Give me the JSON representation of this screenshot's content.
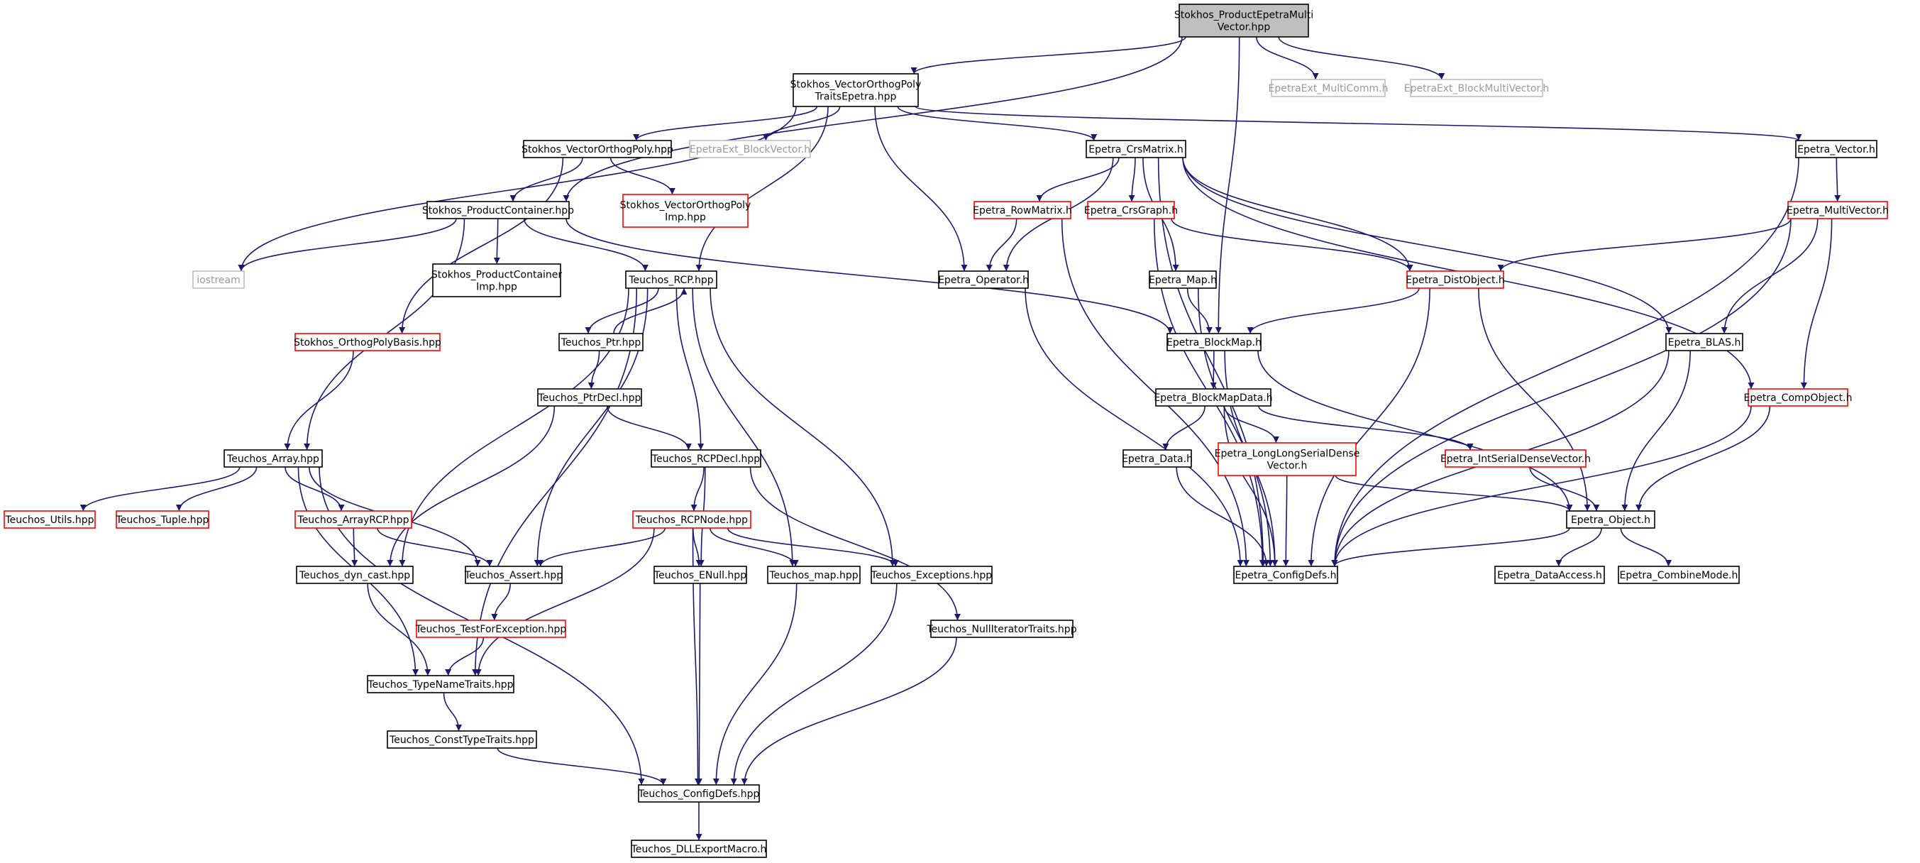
{
  "colors": {
    "edge": "#191970",
    "node_border_default": "#000000",
    "node_border_incomplete": "#ff0000",
    "node_border_external": "#bfbfbf",
    "root_fill": "#bfbfbf"
  },
  "nodes": [
    {
      "id": "root",
      "lines": [
        "Stokhos_ProductEpetraMulti",
        "Vector.hpp"
      ],
      "style": "root"
    },
    {
      "id": "votp",
      "lines": [
        "Stokhos_VectorOrthogPoly",
        "TraitsEpetra.hpp"
      ],
      "style": "black"
    },
    {
      "id": "multicomm",
      "lines": [
        "EpetraExt_MultiComm.h"
      ],
      "style": "gray"
    },
    {
      "id": "blockmv",
      "lines": [
        "EpetraExt_BlockMultiVector.h"
      ],
      "style": "gray"
    },
    {
      "id": "vop",
      "lines": [
        "Stokhos_VectorOrthogPoly.hpp"
      ],
      "style": "black"
    },
    {
      "id": "blockvec",
      "lines": [
        "EpetraExt_BlockVector.h"
      ],
      "style": "gray"
    },
    {
      "id": "crsmatrix",
      "lines": [
        "Epetra_CrsMatrix.h"
      ],
      "style": "black"
    },
    {
      "id": "vector",
      "lines": [
        "Epetra_Vector.h"
      ],
      "style": "black"
    },
    {
      "id": "prodcont",
      "lines": [
        "Stokhos_ProductContainer.hpp"
      ],
      "style": "black"
    },
    {
      "id": "vopimp",
      "lines": [
        "Stokhos_VectorOrthogPoly",
        "Imp.hpp"
      ],
      "style": "red"
    },
    {
      "id": "rowmatrix",
      "lines": [
        "Epetra_RowMatrix.h"
      ],
      "style": "red"
    },
    {
      "id": "crsgraph",
      "lines": [
        "Epetra_CrsGraph.h"
      ],
      "style": "red"
    },
    {
      "id": "multivector",
      "lines": [
        "Epetra_MultiVector.h"
      ],
      "style": "red"
    },
    {
      "id": "iostream",
      "lines": [
        "iostream"
      ],
      "style": "gray"
    },
    {
      "id": "prodcontimp",
      "lines": [
        "Stokhos_ProductContainer",
        "Imp.hpp"
      ],
      "style": "black"
    },
    {
      "id": "rcp",
      "lines": [
        "Teuchos_RCP.hpp"
      ],
      "style": "black"
    },
    {
      "id": "operator",
      "lines": [
        "Epetra_Operator.h"
      ],
      "style": "black"
    },
    {
      "id": "map",
      "lines": [
        "Epetra_Map.h"
      ],
      "style": "black"
    },
    {
      "id": "distobject",
      "lines": [
        "Epetra_DistObject.h"
      ],
      "style": "red"
    },
    {
      "id": "orthopoly",
      "lines": [
        "Stokhos_OrthogPolyBasis.hpp"
      ],
      "style": "red"
    },
    {
      "id": "ptr",
      "lines": [
        "Teuchos_Ptr.hpp"
      ],
      "style": "black"
    },
    {
      "id": "blockmap",
      "lines": [
        "Epetra_BlockMap.h"
      ],
      "style": "black"
    },
    {
      "id": "blas",
      "lines": [
        "Epetra_BLAS.h"
      ],
      "style": "black"
    },
    {
      "id": "ptrdecl",
      "lines": [
        "Teuchos_PtrDecl.hpp"
      ],
      "style": "black"
    },
    {
      "id": "blockmapdata",
      "lines": [
        "Epetra_BlockMapData.h"
      ],
      "style": "black"
    },
    {
      "id": "compobject",
      "lines": [
        "Epetra_CompObject.h"
      ],
      "style": "red"
    },
    {
      "id": "array",
      "lines": [
        "Teuchos_Array.hpp"
      ],
      "style": "black"
    },
    {
      "id": "rcpdecl",
      "lines": [
        "Teuchos_RCPDecl.hpp"
      ],
      "style": "black"
    },
    {
      "id": "data",
      "lines": [
        "Epetra_Data.h"
      ],
      "style": "black"
    },
    {
      "id": "longlong",
      "lines": [
        "Epetra_LongLongSerialDense",
        "Vector.h"
      ],
      "style": "red"
    },
    {
      "id": "intserial",
      "lines": [
        "Epetra_IntSerialDenseVector.h"
      ],
      "style": "red"
    },
    {
      "id": "utils",
      "lines": [
        "Teuchos_Utils.hpp"
      ],
      "style": "red"
    },
    {
      "id": "tuple",
      "lines": [
        "Teuchos_Tuple.hpp"
      ],
      "style": "red"
    },
    {
      "id": "arrayrcp",
      "lines": [
        "Teuchos_ArrayRCP.hpp"
      ],
      "style": "red"
    },
    {
      "id": "rcpnode",
      "lines": [
        "Teuchos_RCPNode.hpp"
      ],
      "style": "red"
    },
    {
      "id": "object",
      "lines": [
        "Epetra_Object.h"
      ],
      "style": "black"
    },
    {
      "id": "dyncast",
      "lines": [
        "Teuchos_dyn_cast.hpp"
      ],
      "style": "black"
    },
    {
      "id": "assert",
      "lines": [
        "Teuchos_Assert.hpp"
      ],
      "style": "black"
    },
    {
      "id": "enull",
      "lines": [
        "Teuchos_ENull.hpp"
      ],
      "style": "black"
    },
    {
      "id": "tmap",
      "lines": [
        "Teuchos_map.hpp"
      ],
      "style": "black"
    },
    {
      "id": "exceptions",
      "lines": [
        "Teuchos_Exceptions.hpp"
      ],
      "style": "black"
    },
    {
      "id": "configdefs",
      "lines": [
        "Epetra_ConfigDefs.h"
      ],
      "style": "black"
    },
    {
      "id": "dataaccess",
      "lines": [
        "Epetra_DataAccess.h"
      ],
      "style": "black"
    },
    {
      "id": "combinemode",
      "lines": [
        "Epetra_CombineMode.h"
      ],
      "style": "black"
    },
    {
      "id": "testforexc",
      "lines": [
        "Teuchos_TestForException.hpp"
      ],
      "style": "red"
    },
    {
      "id": "nulliter",
      "lines": [
        "Teuchos_NullIteratorTraits.hpp"
      ],
      "style": "black"
    },
    {
      "id": "typename",
      "lines": [
        "Teuchos_TypeNameTraits.hpp"
      ],
      "style": "black"
    },
    {
      "id": "consttype",
      "lines": [
        "Teuchos_ConstTypeTraits.hpp"
      ],
      "style": "black"
    },
    {
      "id": "tconfigdefs",
      "lines": [
        "Teuchos_ConfigDefs.hpp"
      ],
      "style": "black"
    },
    {
      "id": "dllexport",
      "lines": [
        "Teuchos_DLLExportMacro.h"
      ],
      "style": "black"
    }
  ],
  "edges": [
    [
      "root",
      "votp"
    ],
    [
      "root",
      "prodcont"
    ],
    [
      "root",
      "blockmap"
    ],
    [
      "root",
      "multicomm"
    ],
    [
      "root",
      "blockmv"
    ],
    [
      "votp",
      "vop"
    ],
    [
      "votp",
      "blockvec"
    ],
    [
      "votp",
      "crsmatrix"
    ],
    [
      "votp",
      "vector"
    ],
    [
      "votp",
      "iostream"
    ],
    [
      "votp",
      "rcp"
    ],
    [
      "votp",
      "operator"
    ],
    [
      "vop",
      "prodcont"
    ],
    [
      "vop",
      "vopimp"
    ],
    [
      "vop",
      "orthopoly"
    ],
    [
      "prodcont",
      "iostream"
    ],
    [
      "prodcont",
      "prodcontimp"
    ],
    [
      "prodcont",
      "rcp"
    ],
    [
      "prodcont",
      "array"
    ],
    [
      "prodcont",
      "blockmap"
    ],
    [
      "crsmatrix",
      "rowmatrix"
    ],
    [
      "crsmatrix",
      "crsgraph"
    ],
    [
      "crsmatrix",
      "operator"
    ],
    [
      "crsmatrix",
      "map"
    ],
    [
      "crsmatrix",
      "distobject"
    ],
    [
      "crsmatrix",
      "blas"
    ],
    [
      "crsmatrix",
      "compobject"
    ],
    [
      "crsmatrix",
      "configdefs"
    ],
    [
      "vector",
      "multivector"
    ],
    [
      "vector",
      "configdefs"
    ],
    [
      "multivector",
      "distobject"
    ],
    [
      "multivector",
      "blas"
    ],
    [
      "multivector",
      "compobject"
    ],
    [
      "multivector",
      "configdefs"
    ],
    [
      "rowmatrix",
      "operator"
    ],
    [
      "rowmatrix",
      "configdefs"
    ],
    [
      "crsgraph",
      "distobject"
    ],
    [
      "crsgraph",
      "configdefs"
    ],
    [
      "operator",
      "configdefs"
    ],
    [
      "map",
      "blockmap"
    ],
    [
      "map",
      "configdefs"
    ],
    [
      "distobject",
      "blockmap"
    ],
    [
      "distobject",
      "object"
    ],
    [
      "distobject",
      "configdefs"
    ],
    [
      "blockmap",
      "blockmapdata"
    ],
    [
      "blockmap",
      "object"
    ],
    [
      "blockmap",
      "configdefs"
    ],
    [
      "blockmapdata",
      "data"
    ],
    [
      "blockmapdata",
      "longlong"
    ],
    [
      "blockmapdata",
      "intserial"
    ],
    [
      "blockmapdata",
      "configdefs"
    ],
    [
      "data",
      "configdefs"
    ],
    [
      "longlong",
      "configdefs"
    ],
    [
      "longlong",
      "object"
    ],
    [
      "intserial",
      "object"
    ],
    [
      "blas",
      "object"
    ],
    [
      "blas",
      "configdefs"
    ],
    [
      "compobject",
      "object"
    ],
    [
      "compobject",
      "configdefs"
    ],
    [
      "object",
      "configdefs"
    ],
    [
      "object",
      "dataaccess"
    ],
    [
      "object",
      "combinemode"
    ],
    [
      "orthopoly",
      "array"
    ],
    [
      "rcp",
      "ptr"
    ],
    [
      "ptr",
      "rcp"
    ],
    [
      "rcp",
      "rcpdecl"
    ],
    [
      "rcp",
      "dyncast"
    ],
    [
      "rcp",
      "assert"
    ],
    [
      "rcp",
      "tmap"
    ],
    [
      "rcp",
      "exceptions"
    ],
    [
      "rcp",
      "typename"
    ],
    [
      "ptr",
      "ptrdecl"
    ],
    [
      "ptrdecl",
      "rcpdecl"
    ],
    [
      "ptrdecl",
      "dyncast"
    ],
    [
      "rcpdecl",
      "rcpnode"
    ],
    [
      "rcpdecl",
      "enull"
    ],
    [
      "rcpdecl",
      "nulliter"
    ],
    [
      "rcpnode",
      "assert"
    ],
    [
      "rcpnode",
      "enull"
    ],
    [
      "rcpnode",
      "tmap"
    ],
    [
      "rcpnode",
      "exceptions"
    ],
    [
      "rcpnode",
      "typename"
    ],
    [
      "rcpnode",
      "tconfigdefs"
    ],
    [
      "array",
      "utils"
    ],
    [
      "array",
      "tuple"
    ],
    [
      "array",
      "arrayrcp"
    ],
    [
      "array",
      "assert"
    ],
    [
      "array",
      "typename"
    ],
    [
      "array",
      "tconfigdefs"
    ],
    [
      "arrayrcp",
      "dyncast"
    ],
    [
      "arrayrcp",
      "assert"
    ],
    [
      "dyncast",
      "typename"
    ],
    [
      "assert",
      "testforexc"
    ],
    [
      "testforexc",
      "typename"
    ],
    [
      "typename",
      "consttype"
    ],
    [
      "consttype",
      "tconfigdefs"
    ],
    [
      "enull",
      "tconfigdefs"
    ],
    [
      "tmap",
      "tconfigdefs"
    ],
    [
      "exceptions",
      "tconfigdefs"
    ],
    [
      "nulliter",
      "tconfigdefs"
    ],
    [
      "tconfigdefs",
      "dllexport"
    ]
  ]
}
